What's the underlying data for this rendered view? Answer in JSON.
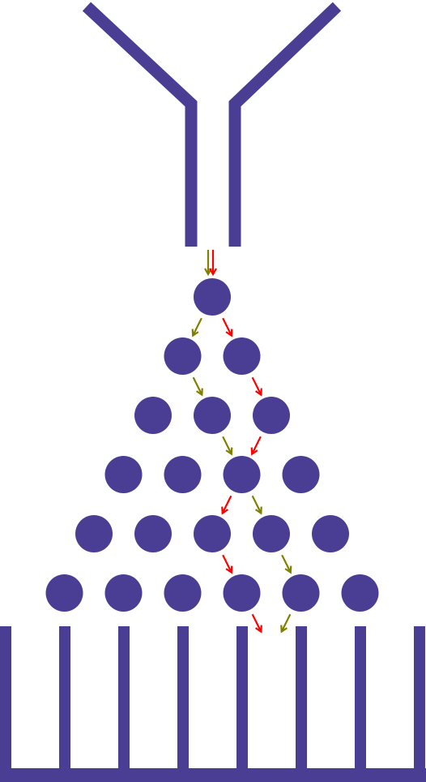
{
  "diagram": {
    "kind": "galton-board",
    "colors": {
      "structure": "#4a3d94",
      "path_a": "#808000",
      "path_b": "#ff0000",
      "background": "#ffffff"
    },
    "peg_rows": [
      1,
      2,
      3,
      4,
      5,
      6
    ],
    "bins": 7,
    "paths": [
      {
        "id": "path-a",
        "color_key": "path_a",
        "directions": [
          "left",
          "right",
          "right",
          "right",
          "right",
          "left"
        ]
      },
      {
        "id": "path-b",
        "color_key": "path_b",
        "directions": [
          "right",
          "right",
          "left",
          "left",
          "right",
          "right"
        ]
      }
    ]
  }
}
